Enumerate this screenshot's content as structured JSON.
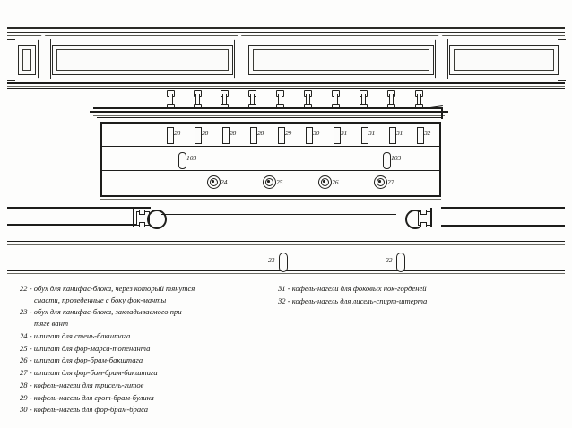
{
  "figure": {
    "title": "ship pin rail technical drawing",
    "pin_row": {
      "labels": [
        "28",
        "28",
        "28",
        "28",
        "29",
        "30",
        "31",
        "31",
        "31",
        "32"
      ]
    },
    "loop_fittings": [
      {
        "label": "103"
      },
      {
        "label": "103"
      }
    ],
    "eye_fittings": [
      {
        "label": "24"
      },
      {
        "label": "25"
      },
      {
        "label": "26"
      },
      {
        "label": "27"
      }
    ],
    "oval_fittings": [
      {
        "label": "23"
      },
      {
        "label": "22"
      }
    ]
  },
  "legend": {
    "left_column": [
      {
        "num": "22",
        "line1": "22 - обух для канифас-блока, через который тянутся",
        "line2": "снасти, проведенные с боку фок-мачты"
      },
      {
        "num": "23",
        "line1": "23 - обух для канифас-блока, закладываемого при",
        "line2": "тяге вант"
      },
      {
        "num": "24",
        "line1": "24 - шпигат для стень-бакштага",
        "line2": ""
      },
      {
        "num": "25",
        "line1": "25 - шпигат для фор-марса-топенанта",
        "line2": ""
      },
      {
        "num": "26",
        "line1": "26 - шпигат для фор-брам-бакштага",
        "line2": ""
      },
      {
        "num": "27",
        "line1": "27 - шпигат для фор-бом-брам-бакштага",
        "line2": ""
      },
      {
        "num": "28",
        "line1": "28 - кофель-нагели для трисель-гитов",
        "line2": ""
      },
      {
        "num": "29",
        "line1": "29 - кофель-нагель для грот-брам-булиня",
        "line2": ""
      },
      {
        "num": "30",
        "line1": "30 - кофель-нагель для фор-брам-браса",
        "line2": ""
      }
    ],
    "right_column": [
      {
        "num": "31",
        "line1": "31 - кофель-нагели для фоковых нок-горденей",
        "line2": ""
      },
      {
        "num": "32",
        "line1": "32 - кофель-нагель для лисель-спирт-штерта",
        "line2": ""
      }
    ]
  },
  "colors": {
    "ink": "#1d1d1b",
    "paper": "#fdfdfc"
  }
}
